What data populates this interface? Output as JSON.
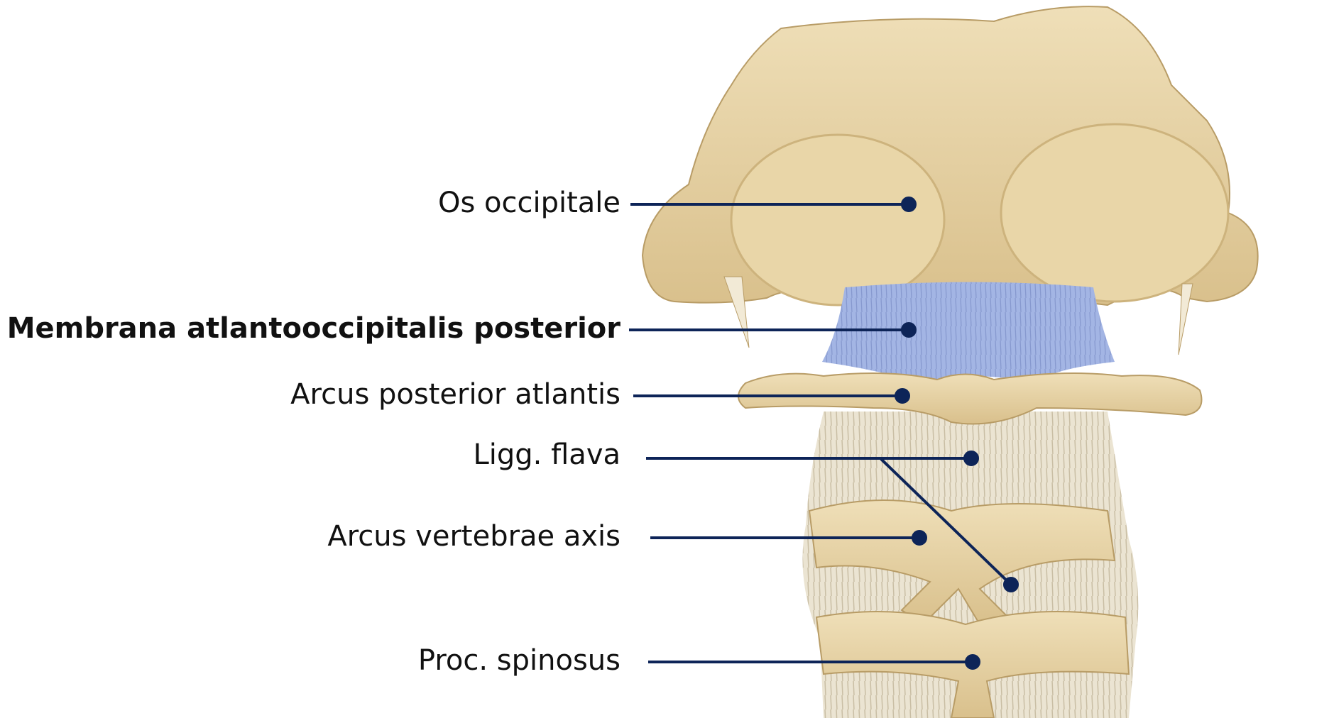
{
  "labels": [
    {
      "text": "Os occipitale",
      "bold": false
    },
    {
      "text": "Membrana atlantooccipitalis posterior",
      "bold": true
    },
    {
      "text": "Arcus posterior atlantis",
      "bold": false
    },
    {
      "text": "Ligg. flava",
      "bold": false
    },
    {
      "text": "Arcus vertebrae axis",
      "bold": false
    },
    {
      "text": "Proc. spinosus",
      "bold": false
    }
  ],
  "colors": {
    "leader": "#0d2458",
    "bone": "#e6d3a6",
    "ligament": "#9fb2e3",
    "fibers": "#ece6d6"
  }
}
